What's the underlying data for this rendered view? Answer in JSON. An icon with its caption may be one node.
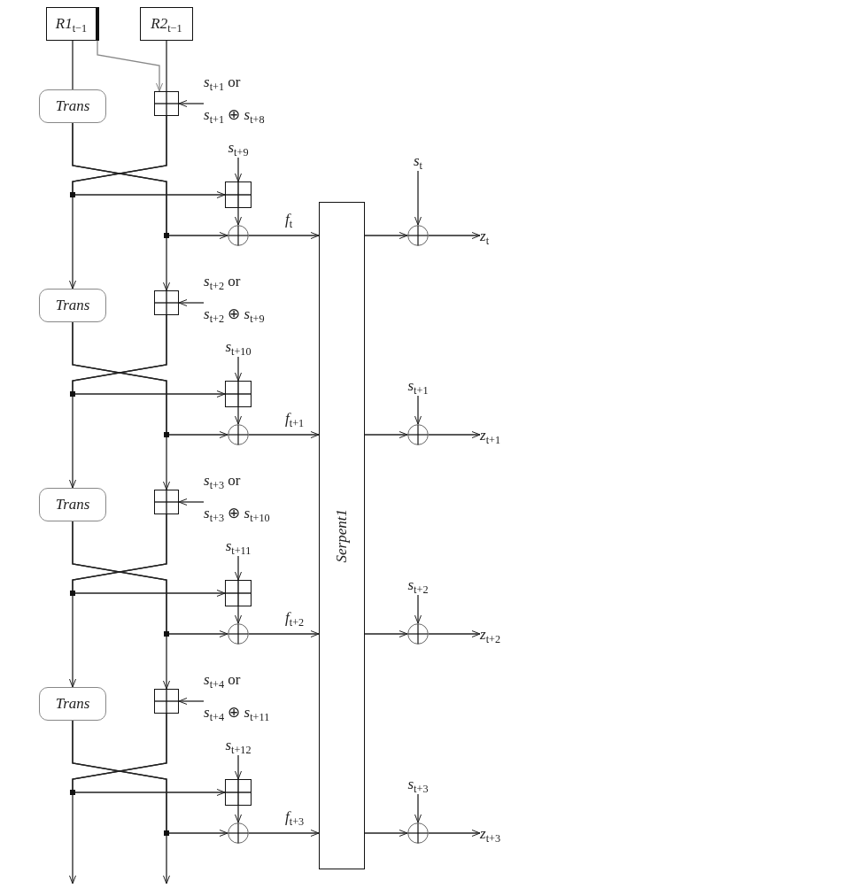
{
  "diagram": {
    "nodes": [
      {
        "text": [
          "*R1*$_{t−1}$"
        ]
      },
      {
        "text": [
          "*R2*$_{t−1}$"
        ]
      },
      {
        "text": [
          "Serpent1"
        ]
      },
      {
        "text": [
          "Trans"
        ]
      },
      {
        "text": [],
        "shape": "box"
      },
      {
        "text": [
          "*s*$_{t+1}$ or",
          "*s*$_{t+1}$ ⊕ *s*$_{t+8}$"
        ]
      },
      {
        "text": [
          "*s*$_{t+9}$"
        ]
      },
      {
        "text": [],
        "shape": "box"
      },
      {
        "text": [],
        "shape": "circle"
      },
      {
        "text": [
          "*s*$_{t}$"
        ]
      },
      {
        "text": [],
        "shape": "circle"
      },
      {
        "text": [
          "*z*$_{t}$"
        ]
      },
      {
        "text": [
          "Trans"
        ]
      },
      {
        "text": [],
        "shape": "box"
      },
      {
        "text": [
          "*s*$_{t+2}$ or",
          "*s*$_{t+2}$ ⊕ *s*$_{t+9}$"
        ]
      },
      {
        "text": [
          "*s*$_{t+10}$"
        ]
      },
      {
        "text": [],
        "shape": "box"
      },
      {
        "text": [],
        "shape": "circle"
      },
      {
        "text": [
          "*s*$_{t+1}$"
        ]
      },
      {
        "text": [],
        "shape": "circle"
      },
      {
        "text": [
          "*z*$_{t+1}$"
        ]
      },
      {
        "text": [
          "Trans"
        ]
      },
      {
        "text": [],
        "shape": "box"
      },
      {
        "text": [
          "*s*$_{t+3}$ or",
          "*s*$_{t+3}$ ⊕ *s*$_{t+10}$"
        ]
      },
      {
        "text": [
          "*s*$_{t+11}$"
        ]
      },
      {
        "text": [],
        "shape": "box"
      },
      {
        "text": [],
        "shape": "circle"
      },
      {
        "text": [
          "*s*$_{t+2}$"
        ]
      },
      {
        "text": [],
        "shape": "circle"
      },
      {
        "text": [
          "*z*$_{t+2}$"
        ]
      },
      {
        "text": [
          "Trans"
        ]
      },
      {
        "text": [],
        "shape": "box"
      },
      {
        "text": [
          "*s*$_{t+4}$ or",
          "*s*$_{t+4}$ ⊕ *s*$_{t+11}$"
        ]
      },
      {
        "text": [
          "*s*$_{t+12}$"
        ]
      },
      {
        "text": [],
        "shape": "box"
      },
      {
        "text": [],
        "shape": "circle"
      },
      {
        "text": [
          "*s*$_{t+3}$"
        ]
      },
      {
        "text": [],
        "shape": "circle"
      },
      {
        "text": [
          "*z*$_{t+3}$"
        ]
      }
    ],
    "edges": [
      {
        "from": 0,
        "to": 3,
        "arrow": "none"
      },
      {
        "from": 0,
        "to": 4,
        "arrow": "to",
        "color": "#888888"
      },
      {
        "from": 1,
        "to": 4,
        "arrow": "none"
      },
      {
        "from": 5,
        "to": 4,
        "arrow": "to"
      },
      {
        "from": 3,
        "to": 8,
        "arrow": "to"
      },
      {
        "from": 3,
        "to": 13,
        "arrow": "to"
      },
      {
        "from": 4,
        "to": 7,
        "arrow": "to"
      },
      {
        "from": 4,
        "to": 12,
        "arrow": "to"
      },
      {
        "from": 6,
        "to": 7,
        "arrow": "to"
      },
      {
        "from": 7,
        "to": 8,
        "arrow": "to"
      },
      {
        "from": 8,
        "to": 2,
        "arrow": "to",
        "label": "*f*$_{t}$"
      },
      {
        "from": 2,
        "to": 10,
        "arrow": "to"
      },
      {
        "from": 9,
        "to": 10,
        "arrow": "to"
      },
      {
        "from": 10,
        "to": 11,
        "arrow": "to"
      },
      {
        "from": 14,
        "to": 13,
        "arrow": "to"
      },
      {
        "from": 12,
        "to": 17,
        "arrow": "to"
      },
      {
        "from": 12,
        "to": 22,
        "arrow": "to"
      },
      {
        "from": 13,
        "to": 16,
        "arrow": "to"
      },
      {
        "from": 13,
        "to": 21,
        "arrow": "to"
      },
      {
        "from": 15,
        "to": 16,
        "arrow": "to"
      },
      {
        "from": 16,
        "to": 17,
        "arrow": "to"
      },
      {
        "from": 17,
        "to": 2,
        "arrow": "to",
        "label": "*f*$_{t+1}$"
      },
      {
        "from": 2,
        "to": 19,
        "arrow": "to"
      },
      {
        "from": 18,
        "to": 19,
        "arrow": "to"
      },
      {
        "from": 19,
        "to": 20,
        "arrow": "to"
      },
      {
        "from": 23,
        "to": 22,
        "arrow": "to"
      },
      {
        "from": 21,
        "to": 26,
        "arrow": "to"
      },
      {
        "from": 21,
        "to": 31,
        "arrow": "to"
      },
      {
        "from": 22,
        "to": 25,
        "arrow": "to"
      },
      {
        "from": 22,
        "to": 30,
        "arrow": "to"
      },
      {
        "from": 24,
        "to": 25,
        "arrow": "to"
      },
      {
        "from": 25,
        "to": 26,
        "arrow": "to"
      },
      {
        "from": 26,
        "to": 2,
        "arrow": "to",
        "label": "*f*$_{t+2}$"
      },
      {
        "from": 2,
        "to": 28,
        "arrow": "to"
      },
      {
        "from": 27,
        "to": 28,
        "arrow": "to"
      },
      {
        "from": 28,
        "to": 29,
        "arrow": "to"
      },
      {
        "from": 32,
        "to": 31,
        "arrow": "to"
      },
      {
        "from": 30,
        "to": 35,
        "arrow": "to"
      },
      {
        "from": 30,
        "to": null,
        "arrow": "to"
      },
      {
        "from": 31,
        "to": 34,
        "arrow": "to"
      },
      {
        "from": 31,
        "to": null,
        "arrow": "to"
      },
      {
        "from": 33,
        "to": 34,
        "arrow": "to"
      },
      {
        "from": 34,
        "to": 35,
        "arrow": "to"
      },
      {
        "from": 35,
        "to": 2,
        "arrow": "to",
        "label": "*f*$_{t+3}$"
      },
      {
        "from": 2,
        "to": 37,
        "arrow": "to"
      },
      {
        "from": 36,
        "to": 37,
        "arrow": "to"
      },
      {
        "from": 37,
        "to": 38,
        "arrow": "to"
      }
    ]
  }
}
